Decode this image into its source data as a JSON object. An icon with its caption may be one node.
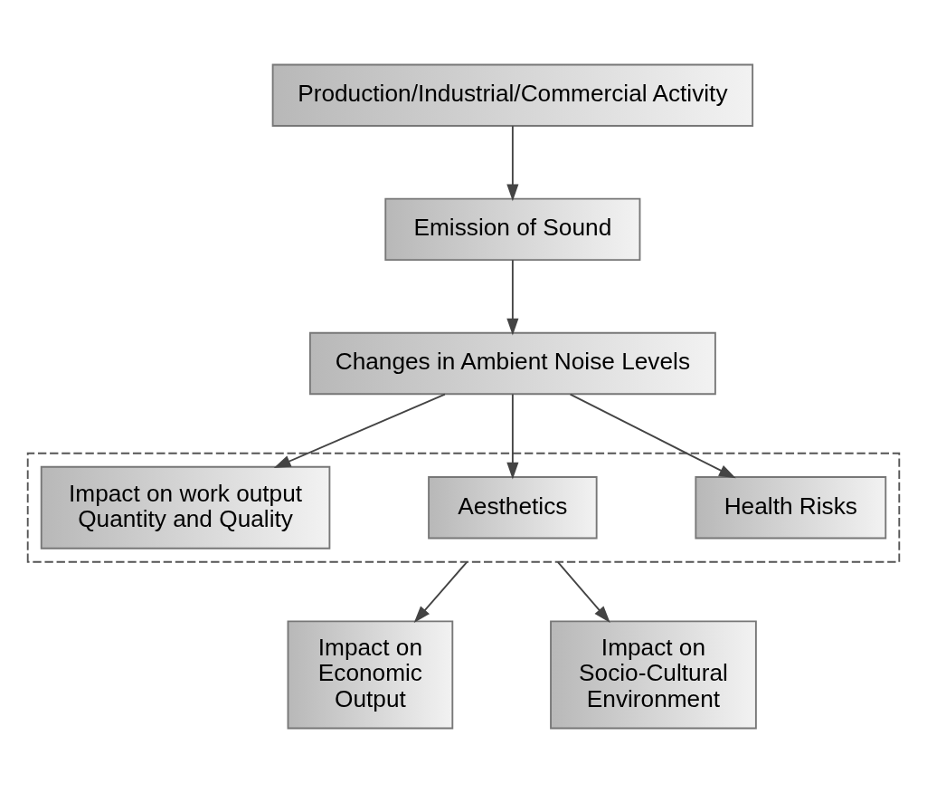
{
  "diagram": {
    "nodes": [
      {
        "text": [
          "Production/Industrial/Commercial Activity"
        ]
      },
      {
        "text": [
          "Emission of Sound"
        ]
      },
      {
        "text": [
          "Changes in Ambient Noise Levels"
        ]
      },
      {
        "text": [],
        "shape": "box"
      },
      {
        "text": [
          "Health Risks"
        ],
        "in": 3
      },
      {
        "text": [
          "Aesthetics"
        ],
        "in": 3
      },
      {
        "text": [
          "Impact on work output Quantity and Quality"
        ],
        "in": 3
      },
      {
        "text": [
          "Impact on Economic Output"
        ]
      },
      {
        "text": [
          "Impact on Socio-Cultural Environment"
        ]
      }
    ],
    "edges": [
      {
        "from": 0,
        "to": 1,
        "arrow": "to"
      },
      {
        "from": 1,
        "to": 2,
        "arrow": "to"
      },
      {
        "from": 2,
        "to": 4,
        "arrow": "to"
      },
      {
        "from": 2,
        "to": 5,
        "arrow": "to"
      },
      {
        "from": 2,
        "to": 6,
        "arrow": "to"
      },
      {
        "from": 3,
        "to": 7,
        "arrow": "to"
      },
      {
        "from": 3,
        "to": 8,
        "arrow": "to"
      }
    ]
  }
}
